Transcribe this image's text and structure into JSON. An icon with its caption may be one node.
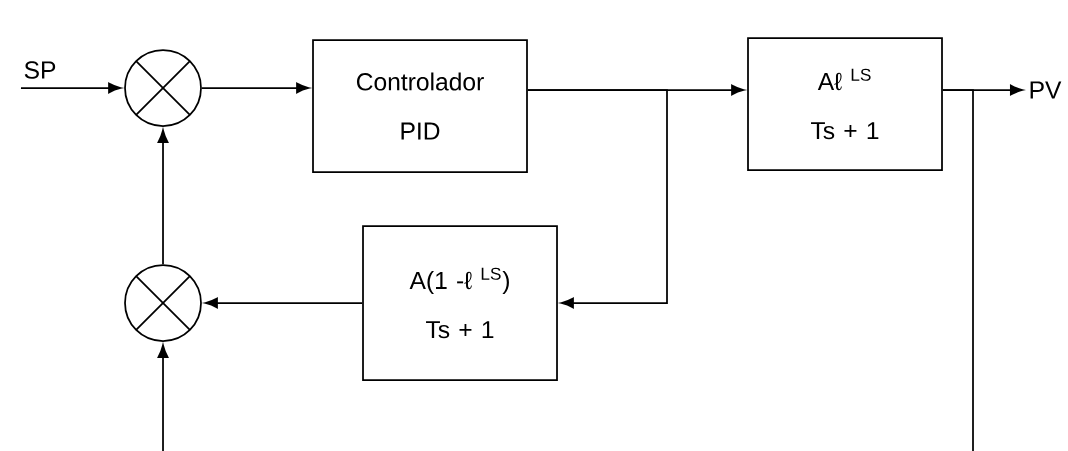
{
  "diagram": {
    "nodes": [
      {
        "text": [
          "SP"
        ]
      },
      {
        "text": [],
        "shape": "circle"
      },
      {
        "text": [
          "Controlador PID"
        ]
      },
      {
        "text": [
          "Aℓ $^{LS}$",
          "Ts + 1"
        ]
      },
      {
        "text": [
          "PV"
        ]
      },
      {
        "text": [],
        "shape": "circle"
      },
      {
        "text": [
          "A(1 -ℓ $^{LS}$)",
          "Ts + 1"
        ]
      }
    ],
    "edges": [
      {
        "from": 0,
        "to": 1,
        "arrow": "to"
      },
      {
        "from": 1,
        "to": 2,
        "arrow": "to"
      },
      {
        "from": 2,
        "to": 3,
        "arrow": "to"
      },
      {
        "from": 2,
        "to": 6,
        "arrow": "to"
      },
      {
        "from": 3,
        "to": 4,
        "arrow": "to"
      },
      {
        "from": 6,
        "to": 5,
        "arrow": "to"
      },
      {
        "from": 5,
        "to": 1,
        "arrow": "to"
      },
      {
        "from": 3,
        "to": null,
        "arrow": "none"
      },
      {
        "from": null,
        "to": 5,
        "arrow": "to"
      }
    ]
  }
}
